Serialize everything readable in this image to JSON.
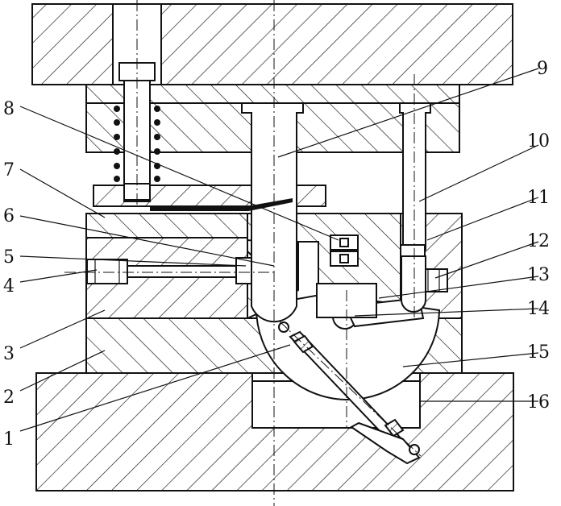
{
  "diagram": {
    "callouts": [
      {
        "id": 1,
        "label": "1"
      },
      {
        "id": 2,
        "label": "2"
      },
      {
        "id": 3,
        "label": "3"
      },
      {
        "id": 4,
        "label": "4"
      },
      {
        "id": 5,
        "label": "5"
      },
      {
        "id": 6,
        "label": "6"
      },
      {
        "id": 7,
        "label": "7"
      },
      {
        "id": 8,
        "label": "8"
      },
      {
        "id": 9,
        "label": "9"
      },
      {
        "id": 10,
        "label": "10"
      },
      {
        "id": 11,
        "label": "11"
      },
      {
        "id": 12,
        "label": "12"
      },
      {
        "id": 13,
        "label": "13"
      },
      {
        "id": 14,
        "label": "14"
      },
      {
        "id": 15,
        "label": "15"
      },
      {
        "id": 16,
        "label": "16"
      }
    ]
  }
}
